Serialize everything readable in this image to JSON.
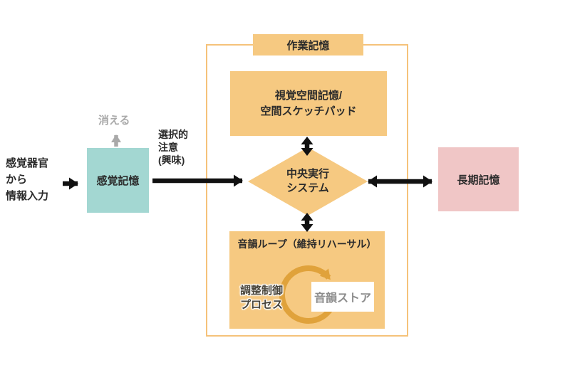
{
  "diagram_title_context": "working-memory-model",
  "colors": {
    "box_orange": "#F6C981",
    "container_border": "#F5C27A",
    "sensory_teal": "#A3D7D2",
    "long_term_pink": "#F0C6C6",
    "loop_arrow_orange": "#E0A23B",
    "fade_gray": "#A9A9A9",
    "arrow_black": "#111111"
  },
  "labels": {
    "sensory_input": "感覚器官\nから\n情報入力",
    "fade": "消える",
    "selective_attention": "選択的\n注意\n(興味)",
    "sensory_memory": "感覚記憶",
    "working_memory": "作業記憶",
    "visuospatial": "視覚空間記憶/\n空間スケッチパッド",
    "central_executive": "中央実行\nシステム",
    "phonological_loop": "音韻ループ（維持リハーサル）",
    "control_process": "調整制御\nプロセス",
    "phonological_store": "音韻ストア",
    "long_term_memory": "長期記憶"
  },
  "icons": {
    "rehearsal_loop": "clockwise-circular-arrow",
    "fade_arrow": "up-arrow-gray",
    "flow_arrows": "black-block-arrows"
  }
}
